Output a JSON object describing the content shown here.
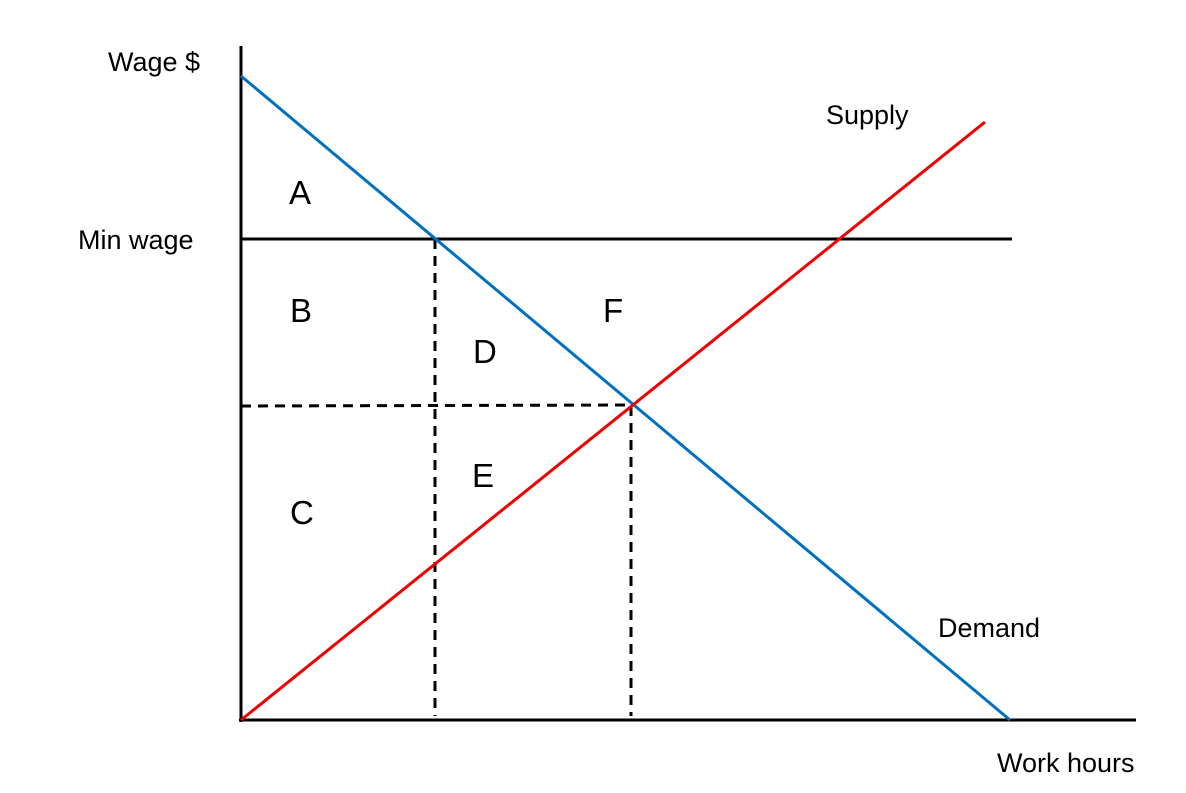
{
  "diagram": {
    "y_axis_label": "Wage $",
    "x_axis_label": "Work hours",
    "min_wage_label": "Min wage",
    "supply_label": "Supply",
    "demand_label": "Demand",
    "regions": [
      "A",
      "B",
      "C",
      "D",
      "E",
      "F"
    ],
    "colors": {
      "demand": "#0070C0",
      "supply": "#EE0000",
      "axes": "#000000"
    }
  }
}
